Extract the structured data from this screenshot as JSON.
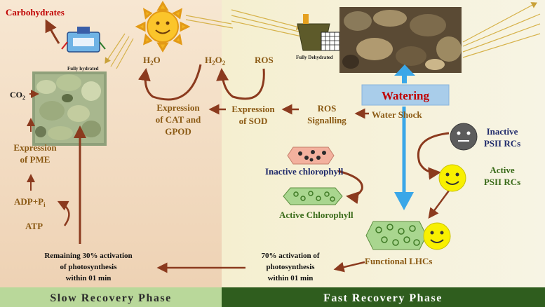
{
  "labels": {
    "carbohydrates": "Carbohydrates",
    "co2_main": "CO",
    "co2_sub": "2",
    "fully_hydrated": "Fully hydrated",
    "fully_dehydrated": "Fully Dehydrated",
    "h2o_main": "H",
    "h2o_sub": "2",
    "h2o_tail": "O",
    "h2o2_main": "H",
    "h2o2_sub": "2",
    "h2o2_mid": "O",
    "h2o2_sub2": "2",
    "ros": "ROS",
    "cat_line1": "Expression",
    "cat_line2": "of CAT and",
    "cat_line3": "GPOD",
    "sod_line1": "Expression",
    "sod_line2": "of SOD",
    "ros_sig_line1": "ROS",
    "ros_sig_line2": "Signalling",
    "water_shock": "Water Shock",
    "watering": "Watering",
    "pme_line1": "Expression",
    "pme_line2": "of PME",
    "adp_main": "ADP+P",
    "adp_sub": "i",
    "atp": "ATP",
    "inactive_psii_line1": "Inactive",
    "inactive_psii_line2": "PSII RCs",
    "active_psii_line1": "Active",
    "active_psii_line2": "PSII RCs",
    "inactive_chl": "Inactive chlorophyll",
    "active_chl": "Active Chlorophyll",
    "functional_lhc": "Functional LHCs",
    "remaining_line1": "Remaining 30% activation",
    "remaining_line2": "of photosynthesis",
    "remaining_line3": "within 01 min",
    "seventy_line1": "70% activation of",
    "seventy_line2": "photosynthesis",
    "seventy_line3": "within 01 min"
  },
  "phases": {
    "slow": "Slow Recovery Phase",
    "fast": "Fast Recovery Phase"
  },
  "colors": {
    "arrow_brown": "#8b3a1e",
    "text_brown": "#8b5a14",
    "text_red": "#c00000",
    "text_navy": "#1f2a6b",
    "text_green": "#3a6b1a",
    "slow_bg": "#f3dcc4",
    "fast_bg": "#f6f1d2",
    "watering_box": "#a9cdea",
    "watering_arrow": "#3aa7e8",
    "slow_band": "#b9d89a",
    "fast_band": "#2f5d1e"
  }
}
